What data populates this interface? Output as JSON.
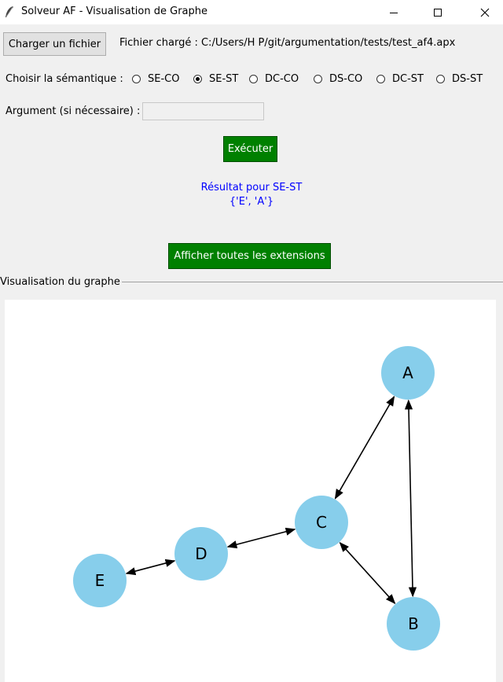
{
  "window": {
    "title": "Solveur AF - Visualisation de Graphe"
  },
  "toolbar": {
    "load_button": "Charger un fichier",
    "file_loaded": "Fichier chargé : C:/Users/H P/git/argumentation/tests/test_af4.apx"
  },
  "semantics": {
    "label": "Choisir la sémantique :",
    "options": [
      "SE-CO",
      "SE-ST",
      "DC-CO",
      "DS-CO",
      "DC-ST",
      "DS-ST"
    ],
    "selected": "SE-ST"
  },
  "argument": {
    "label": "Argument (si nécessaire) :",
    "value": ""
  },
  "actions": {
    "execute": "Exécuter",
    "show_all": "Afficher toutes les extensions"
  },
  "result": {
    "line1": "Résultat pour SE-ST",
    "line2": "{'E', 'A'}",
    "color": "#0000ff"
  },
  "visualization": {
    "section_title": "Visualisation du graphe",
    "node_color": "#87ceeb",
    "nodes": [
      "A",
      "B",
      "C",
      "D",
      "E"
    ],
    "edges": [
      [
        "A",
        "C"
      ],
      [
        "A",
        "B"
      ],
      [
        "C",
        "B"
      ],
      [
        "C",
        "D"
      ],
      [
        "D",
        "E"
      ]
    ],
    "edges_bidirectional": true
  },
  "colors": {
    "accent_button": "#008000"
  }
}
